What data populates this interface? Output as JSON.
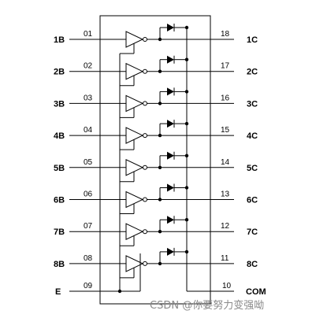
{
  "diagram": {
    "channels": [
      {
        "input_label": "1B",
        "input_pin": "01",
        "output_pin": "18",
        "output_label": "1C"
      },
      {
        "input_label": "2B",
        "input_pin": "02",
        "output_pin": "17",
        "output_label": "2C"
      },
      {
        "input_label": "3B",
        "input_pin": "03",
        "output_pin": "16",
        "output_label": "3C"
      },
      {
        "input_label": "4B",
        "input_pin": "04",
        "output_pin": "15",
        "output_label": "4C"
      },
      {
        "input_label": "5B",
        "input_pin": "05",
        "output_pin": "14",
        "output_label": "5C"
      },
      {
        "input_label": "6B",
        "input_pin": "06",
        "output_pin": "13",
        "output_label": "6C"
      },
      {
        "input_label": "7B",
        "input_pin": "07",
        "output_pin": "12",
        "output_label": "7C"
      },
      {
        "input_label": "8B",
        "input_pin": "08",
        "output_pin": "11",
        "output_label": "8C"
      }
    ],
    "common": {
      "left_label": "E",
      "left_pin": "09",
      "right_pin": "10",
      "right_label": "COM"
    },
    "watermark": "CSDN @你要努力变强呦"
  }
}
